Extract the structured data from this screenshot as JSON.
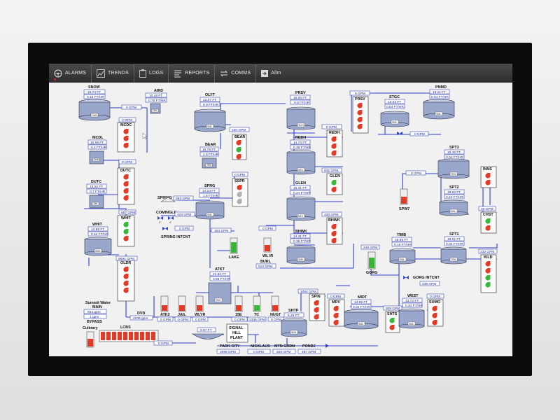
{
  "toolbar": {
    "items": [
      {
        "name": "alarms",
        "label": "ALARMS",
        "icon": "steering-wheel-icon"
      },
      {
        "name": "trends",
        "label": "TRENDS",
        "icon": "trend-chart-icon"
      },
      {
        "name": "logs",
        "label": "LOGS",
        "icon": "clipboard-icon"
      },
      {
        "name": "reports",
        "label": "REPORTS",
        "icon": "report-lines-icon"
      },
      {
        "name": "comms",
        "label": "COMMS",
        "icon": "arrows-exchange-icon"
      },
      {
        "name": "alm",
        "label": "Allm",
        "icon": "arrow-right-box-icon"
      }
    ]
  },
  "colors": {
    "pipe": "#2f3fcf",
    "pump_on": "#e33a26",
    "pump_off": "#38b838",
    "pump_idle": "#b0b0b0",
    "valve": "#2f3fcf",
    "value_text": "#1f2a8f"
  },
  "sites": {
    "snow": {
      "name": "SNOW",
      "v1": "15.74 FT",
      "v2": "0.16 FT/HR",
      "tank": "SML"
    },
    "aird": {
      "name": "AIRD",
      "v1": "10.48 FT",
      "v2": "0.76 FT/HR",
      "tank": "SM"
    },
    "mcdc": {
      "name": "MCDC"
    },
    "snow_gpm": "0 GPM",
    "mcdc_gpm": "0 GPM",
    "mcdl": {
      "name": "MCDL",
      "v1": "16.99 FT",
      "v2": "5.4 FT/HR",
      "tank": "SMK"
    },
    "dutc": {
      "name": "DUTC"
    },
    "dutc_gpm": "0 GPM",
    "dutc_tank": {
      "name": "DUTC",
      "v1": "15.56 FT",
      "v2": "0.7 FT/HR",
      "tank": "SM"
    },
    "whit": {
      "name": "WHIT",
      "v1": "14.89 FT",
      "v2": "0.52 FT/HR",
      "tank": "SMK"
    },
    "whit_gpm": "687 GPM",
    "oldr": {
      "name": "OLDR"
    },
    "oldr_gpm": "5694 GPM",
    "olyt": {
      "name": "OLYT",
      "v1": "22.07 FT",
      "v2": "0.0 FT/HR",
      "tank": "SML"
    },
    "olyt_gpm": "100 GPM",
    "bear_tank": {
      "name": "BEAR",
      "v1": "16.78 FT",
      "v2": "1.8 FT/HR",
      "tank": "SM"
    },
    "bear": {
      "name": "BEAR"
    },
    "bear_gpm": "0 GPM",
    "spring": {
      "name": "SPRING",
      "gpm": "593 GPM"
    },
    "sprg": {
      "name": "SPRG",
      "v1": "14.24 FT",
      "v2": "1.6 FT/HR",
      "tank": "SML"
    },
    "sspr": {
      "name": "SSPR"
    },
    "sspr_gpm": "0 GPM",
    "comingle": {
      "name": "COMINGLE",
      "s1": "2\"",
      "s2": "4\"",
      "gpm": "423 GPM"
    },
    "spring_intcnt": {
      "name": "SPRING INTCNT",
      "gpm": "0 GPM"
    },
    "lake": {
      "name": "LAKE",
      "gpm": "193 GPM"
    },
    "prsv_tank": {
      "name": "PRSV",
      "v1": "16.00 FT",
      "v2": "0.0 FT/HR",
      "tank": "SUH"
    },
    "prsv": {
      "name": "PRSV",
      "gpm": "0 GPM"
    },
    "stgc": {
      "name": "STGC",
      "v1": "13.03 FT",
      "v2": "0.04 FT/HR",
      "tank": "SML",
      "gpm": "0 GPM"
    },
    "pnmd": {
      "name": "PNMD",
      "v1": "18.11 FT",
      "v2": "0.04 FT/HR",
      "tank": "SML"
    },
    "redh_tank": {
      "name": "REDH",
      "v1": "14.73 FT",
      "v2": "0.36 FT/HR",
      "tank": "MDI"
    },
    "redh": {
      "name": "REDH"
    },
    "redh_gpm": "0 GPM",
    "glen_tank": {
      "name": "GLEN",
      "v1": "15.31 FT",
      "v2": "0.24 FT/HR",
      "tank": "MDI"
    },
    "glen": {
      "name": "GLEN",
      "gpm": "932 GPM"
    },
    "bhwk_tank": {
      "name": "BHWK",
      "v1": "14.31 FT",
      "v2": "0.36 FT/HR",
      "tank": "SMK"
    },
    "bhwk": {
      "name": "BHWK",
      "gpm": "420 GPM"
    },
    "wlir": {
      "name": "WL IR",
      "gpm": "0 GPM"
    },
    "burl": {
      "name": "BURL",
      "gpm": "610 GPM"
    },
    "spt3": {
      "name": "SPT3",
      "v1": "19.32 FT",
      "v2": "0.04 FT/HR",
      "tank": "TBH"
    },
    "inns": {
      "name": "INNS",
      "gpm": "0 GPM"
    },
    "spw7": {
      "name": "SPW7"
    },
    "spt2": {
      "name": "SPT2",
      "v1": "18.83 FT",
      "v2": "0.24 FT/HR",
      "tank": "SML"
    },
    "chst": {
      "name": "CHST",
      "gpm": "20 GPM"
    },
    "timb": {
      "name": "TIMB",
      "v1": "19.69 FT",
      "v2": "0.16 FT/HR",
      "tank": "SML"
    },
    "spt1": {
      "name": "SPT1",
      "v1": "16.01 FT",
      "v2": "0.04 FT/HR",
      "tank": "TBH"
    },
    "kild": {
      "name": "KILD",
      "gpm": "232 GPM"
    },
    "gorg": {
      "name": "GORG",
      "gpm": "249 GPM"
    },
    "gorg_intcnt": {
      "name": "GORG INTCNT",
      "gpm": "238 GPM"
    },
    "atkt": {
      "name": "ATKT",
      "v1": "21.82 FT",
      "v2": "0.96 FT/HR",
      "tank": "TBH"
    },
    "small_pumps": [
      {
        "name": "ATK2",
        "gpm": "0 GPM"
      },
      {
        "name": "JAIL",
        "gpm": "0 GPM"
      },
      {
        "name": "WLYR",
        "gpm": "0 GPM"
      },
      {
        "name": "15E",
        "gpm": "0 GPM"
      },
      {
        "name": "TC",
        "gpm": "1336 GPM"
      },
      {
        "name": "NUGT",
        "gpm": "0 GPM"
      }
    ],
    "spin": {
      "name": "SPIN",
      "gpm": "1064 GPM"
    },
    "shtp": {
      "name": "SHTP",
      "v1": "6.25 FT",
      "tank": "SBH"
    },
    "mdv": {
      "name": "MDV",
      "gpm": "0 GPM"
    },
    "midt": {
      "name": "MIDT",
      "v1": "13.99 FT",
      "v2": "0.04 FT/HR",
      "tank": "SML"
    },
    "shts": {
      "name": "SHTS",
      "gpm": "509 GPM"
    },
    "west": {
      "name": "WEST",
      "v1": "13.72 FT",
      "v2": "0.32 FT/HR",
      "tank": "SML"
    },
    "west_gpm": "0 GPM",
    "sumo": {
      "name": "SUMO"
    },
    "summit": {
      "title1": "Summit Water",
      "title2": "MAIN",
      "v1": "824 gpm",
      "v2": "1 gpm",
      "label": "BYPASS"
    },
    "dvd": {
      "name": "DVD",
      "gpm": "2246 gpm"
    },
    "culinary": {
      "name": "Culinary"
    },
    "lcbs": {
      "name": "LCBS",
      "gpm": "0 GPM"
    },
    "sig_hill": {
      "line1": "SIGNAL",
      "line2": "HILL",
      "line3": "PLANT",
      "v1": "8.97 FT"
    },
    "outlets": [
      {
        "name": "PARK CITY",
        "gpm": "2698 GPM"
      },
      {
        "name": "NICKLAUS",
        "gpm": "0 GPM"
      },
      {
        "name": "MTN GRDN",
        "gpm": "826 GPM"
      },
      {
        "name": "POND2",
        "gpm": "487 GPM"
      }
    ]
  }
}
